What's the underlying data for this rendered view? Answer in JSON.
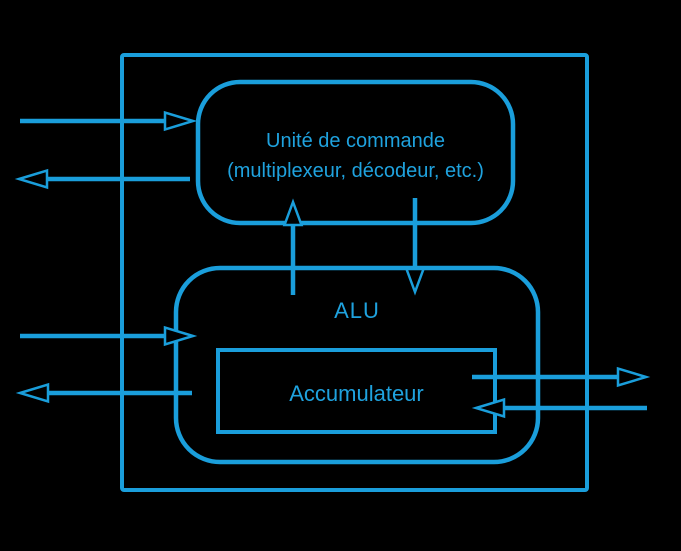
{
  "canvas": {
    "background": "#000000",
    "accent": "#1a9edb"
  },
  "diagram": {
    "control_unit": {
      "line1": "Unité de commande",
      "line2": "(multiplexeur, décodeur, etc.)"
    },
    "alu": {
      "label": "ALU"
    },
    "accumulator": {
      "label": "Accumulateur"
    },
    "arrows": [
      {
        "name": "bus-input-to-control-unit",
        "direction": "right"
      },
      {
        "name": "bus-output-from-control-unit",
        "direction": "left"
      },
      {
        "name": "bus-input-to-alu",
        "direction": "right"
      },
      {
        "name": "bus-output-from-alu",
        "direction": "left"
      },
      {
        "name": "alu-to-control-unit",
        "direction": "up"
      },
      {
        "name": "control-unit-to-alu",
        "direction": "down"
      },
      {
        "name": "accumulator-output",
        "direction": "right"
      },
      {
        "name": "accumulator-input",
        "direction": "left"
      }
    ]
  }
}
